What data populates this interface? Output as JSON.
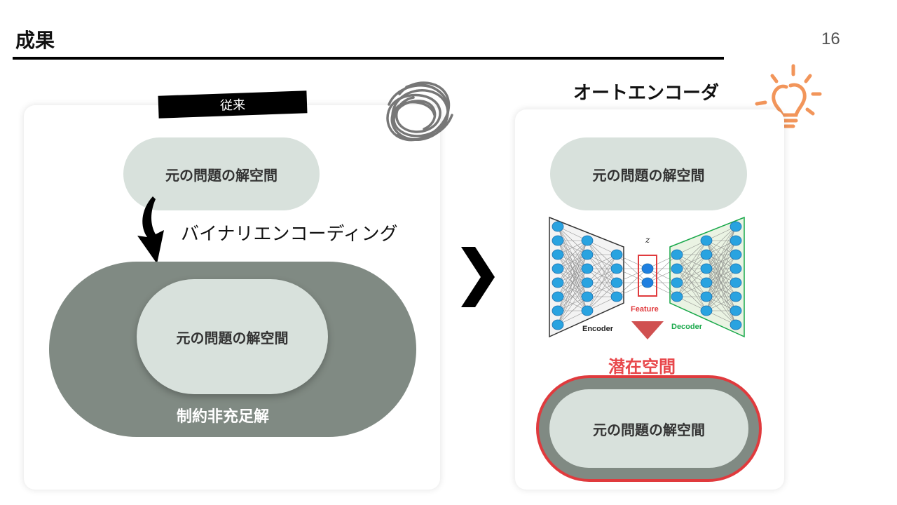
{
  "header": {
    "title": "成果",
    "page_number": "16"
  },
  "left_panel": {
    "tag": "従来",
    "top_pill": "元の問題の解空間",
    "arrow_label": "バイナリエンコーディング",
    "inner_pill": "元の問題の解空間",
    "outer_label": "制約非充足解"
  },
  "right_panel": {
    "title": "オートエンコーダ",
    "top_pill": "元の問題の解空間",
    "network": {
      "z_label": "z",
      "feature_label": "Feature",
      "encoder_label": "Encoder",
      "decoder_label": "Decoder"
    },
    "latent_label": "潜在空間",
    "latent_pill": "元の問題の解空間"
  },
  "colors": {
    "pill": "#d8e1dc",
    "dark_pill": "#808a83",
    "accent_red": "#e03a3d",
    "encoder_node": "#29a3e0",
    "decoder_line": "#19a84a",
    "bulb": "#f2955a"
  },
  "icons": [
    "scribble-icon",
    "chevron-right-icon",
    "lightbulb-icon",
    "curved-arrow-icon",
    "triangle-down-icon"
  ]
}
